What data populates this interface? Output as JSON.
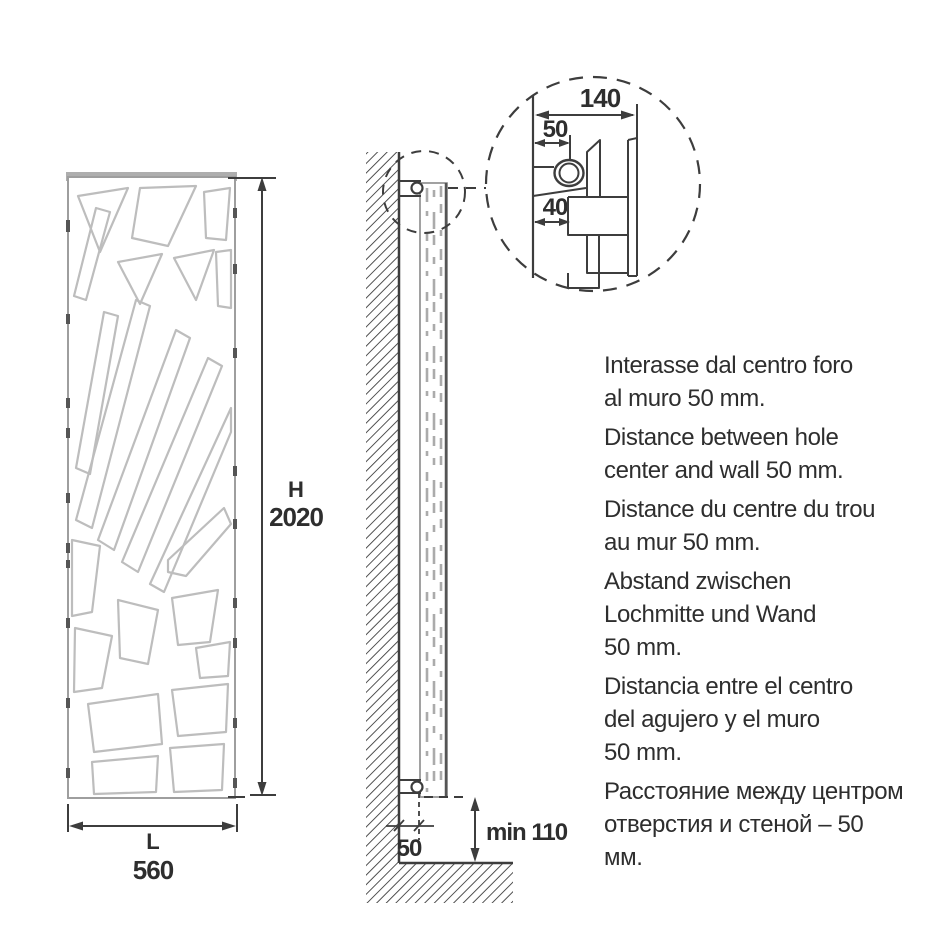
{
  "front_view": {
    "height_label": "H",
    "height_value": "2020",
    "length_label": "L",
    "length_value": "560"
  },
  "side_view": {
    "hole_offset_value": "50",
    "floor_clearance_value": "min 110"
  },
  "detail_view": {
    "bracket_depth_value": "140",
    "hole_to_wall_value": "50",
    "bracket_offset_value": "40"
  },
  "notes": {
    "it": "Interasse dal centro foro\nal muro 50 mm.",
    "en": "Distance between hole\ncenter and wall 50 mm.",
    "fr": "Distance du centre du trou\nau mur 50 mm.",
    "de": "Abstand zwischen\nLochmitte und Wand\n50 mm.",
    "es": "Distancia entre el centro\ndel agujero y el muro\n50 mm.",
    "ru": "Расстояние между центром\nотверстия и стеной – 50 мм."
  },
  "colors": {
    "line": "#3d3d3d",
    "panel_outline": "#9e9e9e",
    "pattern": "#bdbdbd",
    "text": "#2e2e2e"
  }
}
